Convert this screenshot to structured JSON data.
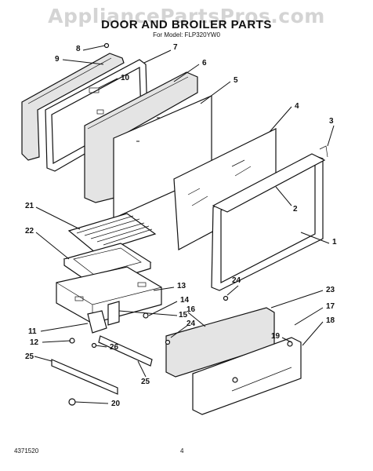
{
  "watermark": "AppliancePartsPros.com",
  "title": "DOOR AND BROILER PARTS",
  "model": "For Model: FLP320YW0",
  "footer": {
    "doc_number": "4371520",
    "page": "4"
  },
  "callouts": [
    {
      "label": "8"
    },
    {
      "label": "9"
    },
    {
      "label": "7"
    },
    {
      "label": "6"
    },
    {
      "label": "10"
    },
    {
      "label": "5"
    },
    {
      "label": "4"
    },
    {
      "label": "3"
    },
    {
      "label": "2"
    },
    {
      "label": "21"
    },
    {
      "label": "22"
    },
    {
      "label": "1"
    },
    {
      "label": "13"
    },
    {
      "label": "24"
    },
    {
      "label": "14"
    },
    {
      "label": "23"
    },
    {
      "label": "17"
    },
    {
      "label": "16"
    },
    {
      "label": "18"
    },
    {
      "label": "11"
    },
    {
      "label": "15"
    },
    {
      "label": "24"
    },
    {
      "label": "12"
    },
    {
      "label": "19"
    },
    {
      "label": "25"
    },
    {
      "label": "26"
    },
    {
      "label": "25"
    },
    {
      "label": "20"
    }
  ]
}
